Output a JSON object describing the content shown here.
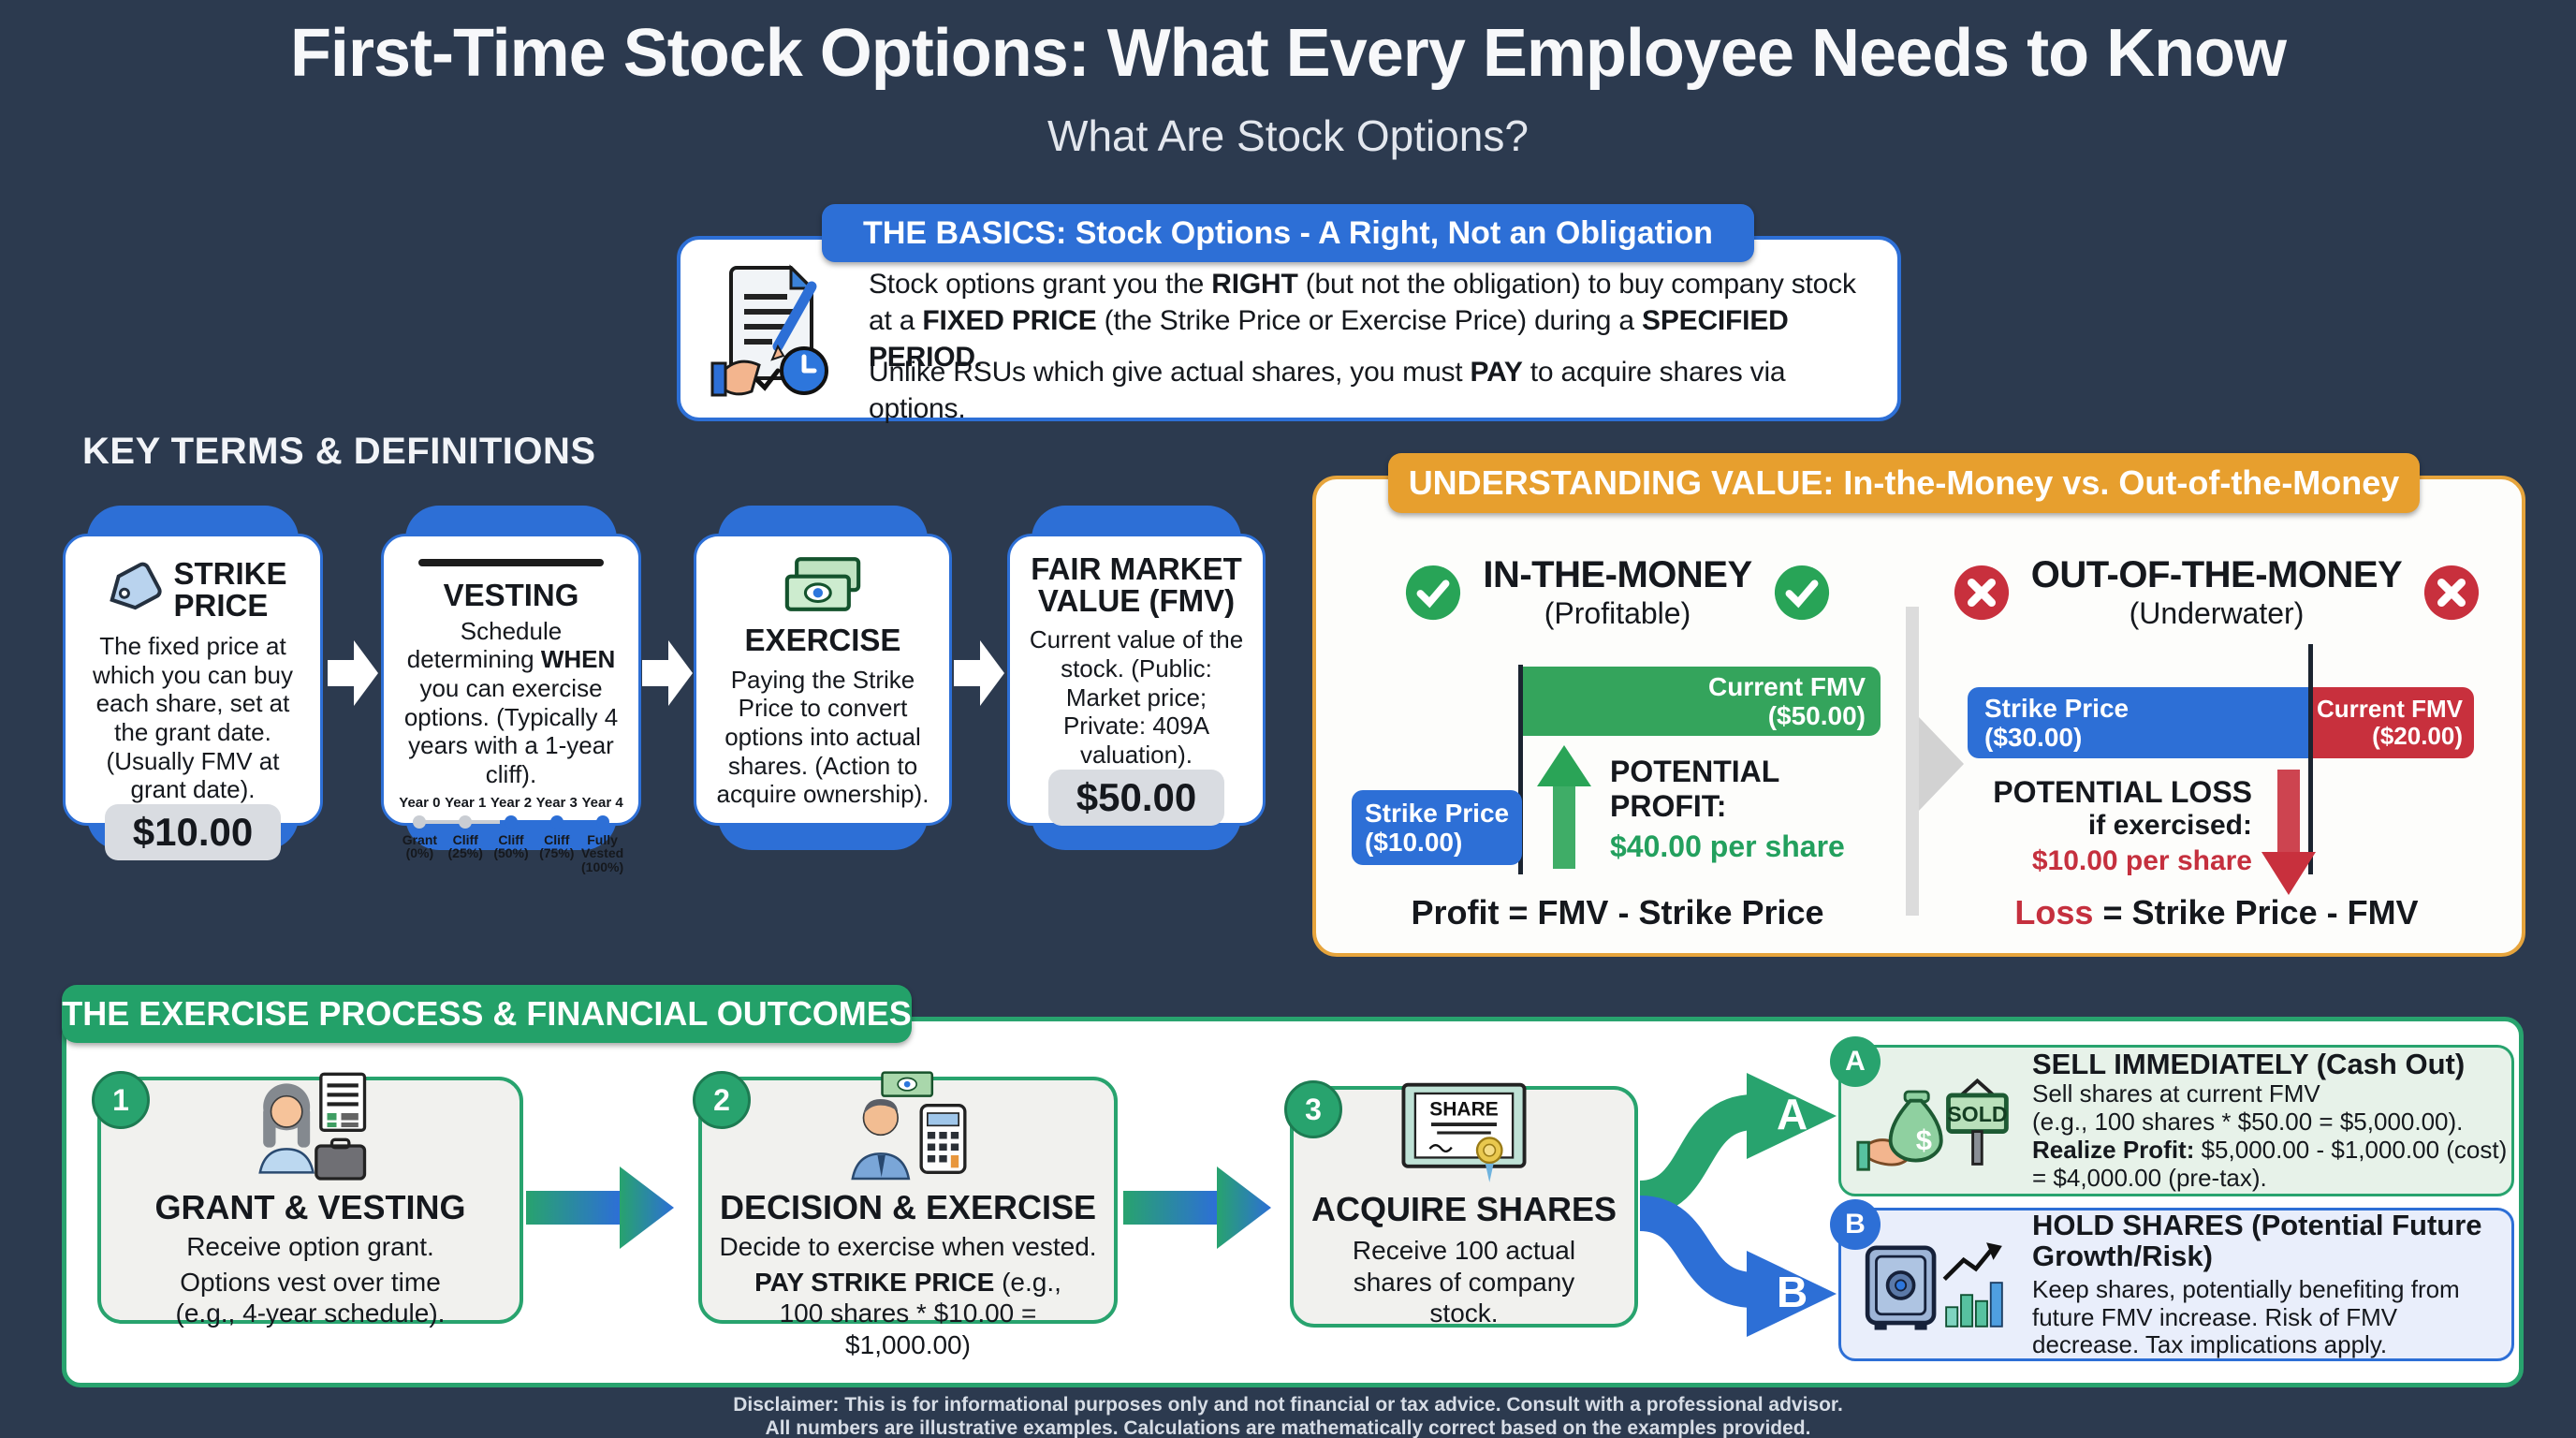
{
  "colors": {
    "background": "#2C3A4F",
    "blue": "#2D6FD6",
    "green": "#28A36E",
    "orange": "#E79F2E",
    "red": "#C8303D",
    "bar_green": "#34A45C"
  },
  "header": {
    "title": "First-Time Stock Options: What Every Employee Needs to Know",
    "subtitle": "What Are Stock Options?"
  },
  "basics": {
    "header": "THE BASICS: Stock Options - A Right, Not an Obligation",
    "p1": [
      {
        "t": "Stock options grant you the "
      },
      {
        "t": "RIGHT",
        "c": "b"
      },
      {
        "t": " (but not the obligation) to buy company stock at a "
      },
      {
        "t": "FIXED PRICE",
        "c": "b"
      },
      {
        "t": " (the Strike Price or Exercise Price) during a "
      },
      {
        "t": "SPECIFIED PERIOD",
        "c": "b"
      },
      {
        "t": "."
      }
    ],
    "p2": [
      {
        "t": "Unlike RSUs which give actual shares, you must "
      },
      {
        "t": "PAY",
        "c": "b"
      },
      {
        "t": " to acquire shares via options."
      }
    ]
  },
  "key_terms": {
    "heading": "KEY TERMS & DEFINITIONS",
    "cards": [
      {
        "title_line1": "STRIKE",
        "title_line2": "PRICE",
        "body": "The fixed price at which you can buy each share, set at the grant date. (Usually FMV at grant date).",
        "value": "$10.00"
      },
      {
        "title_line1": "VESTING",
        "body": [
          {
            "t": "Schedule determining "
          },
          {
            "t": "WHEN",
            "c": "b"
          },
          {
            "t": " you can exercise options. (Typically 4 years with a 1-year cliff)."
          }
        ],
        "timeline": {
          "years": [
            "Year 0",
            "Year 1",
            "Year 2",
            "Year 3",
            "Year 4"
          ],
          "stages": [
            {
              "name": "Grant",
              "pct": "(0%)"
            },
            {
              "name": "Cliff",
              "pct": "(25%)"
            },
            {
              "name": "Cliff",
              "pct": "(50%)"
            },
            {
              "name": "Cliff",
              "pct": "(75%)"
            },
            {
              "name": "Fully Vested",
              "pct": "(100%)"
            }
          ]
        }
      },
      {
        "title_line1": "EXERCISE",
        "body": "Paying the Strike Price to convert options into actual shares. (Action to acquire ownership)."
      },
      {
        "title_line1": "FAIR MARKET",
        "title_line2": "VALUE (FMV)",
        "body": "Current value of the stock. (Public: Market price; Private: 409A valuation).",
        "value": "$50.00"
      }
    ]
  },
  "value_section": {
    "header": "UNDERSTANDING VALUE: In-the-Money vs. Out-of-the-Money",
    "itm": {
      "title": "IN-THE-MONEY",
      "subtitle": "(Profitable)",
      "fmv_bar_line1": "Current FMV",
      "fmv_bar_line2": "($50.00)",
      "strike_pill_line1": "Strike Price",
      "strike_pill_line2": "($10.00)",
      "profit_label": "POTENTIAL PROFIT:",
      "profit_value": "$40.00 per share",
      "formula": [
        {
          "t": "Profit = FMV - Strike Price"
        }
      ]
    },
    "otm": {
      "title": "OUT-OF-THE-MONEY",
      "subtitle": "(Underwater)",
      "strike_bar_line1": "Strike Price",
      "strike_bar_line2": "($30.00)",
      "fmv_pill_line1": "Current FMV",
      "fmv_pill_line2": "($20.00)",
      "loss_label_line1": "POTENTIAL LOSS",
      "loss_label_line2": "if exercised:",
      "loss_value": "$10.00 per share",
      "formula": [
        {
          "t": "Loss",
          "c": "red"
        },
        {
          "t": " = Strike Price - FMV"
        }
      ]
    }
  },
  "process": {
    "header": "THE EXERCISE PROCESS & FINANCIAL OUTCOMES",
    "steps": [
      {
        "num": "1",
        "title": "GRANT & VESTING",
        "line1": "Receive option grant.",
        "line2": [
          {
            "t": "Options vest over time (e.g., 4-year schedule)."
          }
        ]
      },
      {
        "num": "2",
        "title": "DECISION & EXERCISE",
        "line1": "Decide to exercise when vested.",
        "line2": [
          {
            "t": "PAY STRIKE PRICE",
            "c": "b"
          },
          {
            "t": " (e.g., 100 shares * $10.00 = $1,000.00)"
          }
        ]
      },
      {
        "num": "3",
        "title": "ACQUIRE SHARES",
        "line1": "Receive 100 actual shares of company stock.",
        "line2": []
      }
    ],
    "branch_a_label": "A",
    "branch_b_label": "B",
    "outcomes": [
      {
        "badge": "A",
        "title": [
          {
            "t": "SELL IMMEDIATELY (Cash Out)"
          }
        ],
        "line1": "Sell shares at current FMV",
        "line2": "(e.g., 100 shares * $50.00 = $5,000.00).",
        "line3": [
          {
            "t": "Realize Profit:",
            "c": "b"
          },
          {
            "t": " $5,000.00 - $1,000.00 (cost) = $4,000.00 (pre-tax)."
          }
        ]
      },
      {
        "badge": "B",
        "title": [
          {
            "t": "HOLD SHARES (Potential Future Growth/Risk)"
          }
        ],
        "line1": "Keep shares, potentially benefiting from future FMV increase. Risk of FMV decrease. Tax implications apply."
      }
    ]
  },
  "icon_labels": {
    "share": "SHARE",
    "sold": "SOLD",
    "dollar": "$"
  },
  "disclaimer": {
    "line1": "Disclaimer: This is for informational purposes only and not financial or tax advice. Consult with a professional advisor.",
    "line2": "All numbers are illustrative examples. Calculations are mathematically correct based on the examples provided."
  }
}
